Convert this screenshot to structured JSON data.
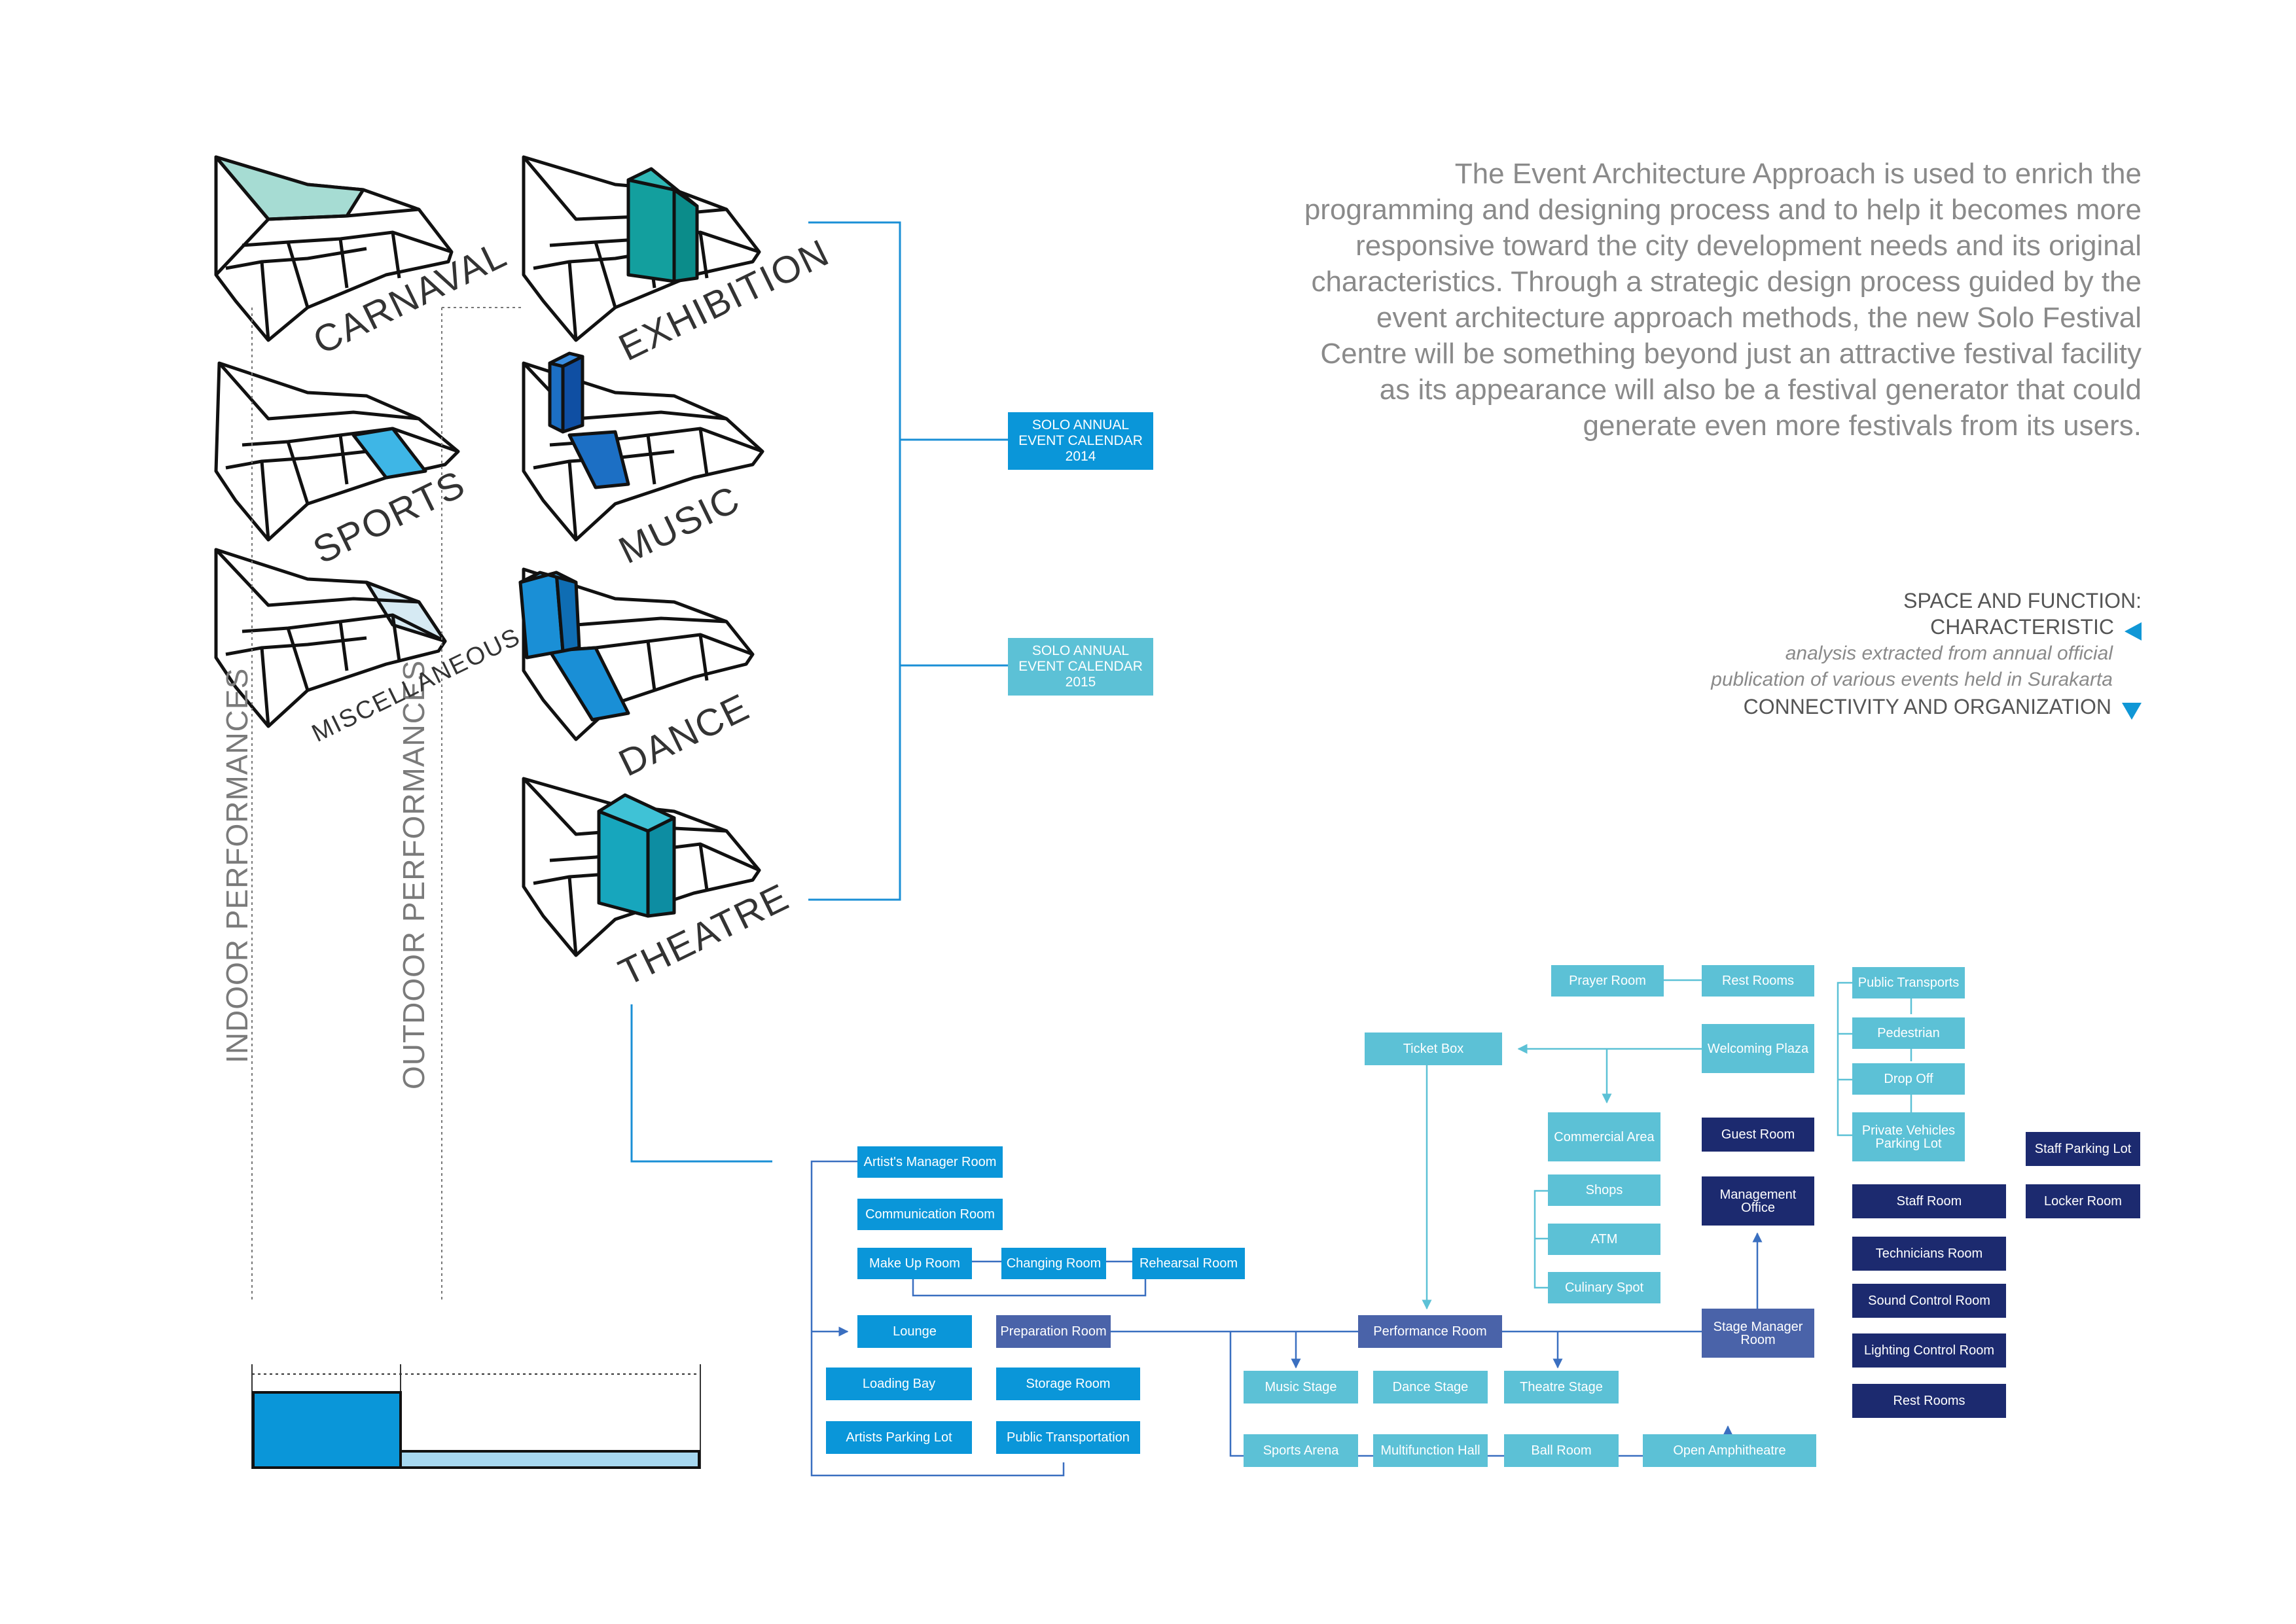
{
  "intro_text": "The Event Architecture Approach is used to enrich the programming and designing process and to help it becomes more responsive toward the city development needs and its original characteristics. Through a strategic design process guided by the event architecture approach methods, the new Solo Festival Centre will be something beyond just an attractive festival facility as its appearance will also be a festival generator that could generate even more festivals from its users.",
  "legend": {
    "heading_line1": "SPACE AND FUNCTION:",
    "heading_line2": "CHARACTERISTIC",
    "sub_line1": "analysis extracted from annual official",
    "sub_line2": "publication of various events held in Surakarta",
    "connectivity": "CONNECTIVITY AND ORGANIZATION",
    "accent": "#1097d6"
  },
  "side_labels": {
    "indoor": "INDOOR PERFORMANCES",
    "outdoor": "OUTDOOR PERFORMANCES"
  },
  "event_types": {
    "carnaval": "CARNAVAL",
    "sports": "SPORTS",
    "miscellaneous": "MISCELLANEOUS",
    "exhibition": "EXHIBITION",
    "music": "MUSIC",
    "dance": "DANCE",
    "theatre": "THEATRE"
  },
  "calendars": {
    "cal2014": "SOLO ANNUAL EVENT CALENDAR 2014",
    "cal2015": "SOLO ANNUAL EVENT CALENDAR 2015"
  },
  "rooms": {
    "artists_manager": "Artist's Manager Room",
    "communication": "Communication Room",
    "make_up": "Make Up Room",
    "changing": "Changing Room",
    "rehearsal": "Rehearsal Room",
    "lounge": "Lounge",
    "preparation": "Preparation Room",
    "loading_bay": "Loading Bay",
    "storage": "Storage Room",
    "artists_parking": "Artists Parking Lot",
    "public_transportation": "Public Transportation",
    "performance_room": "Performance Room",
    "music_stage": "Music Stage",
    "dance_stage": "Dance Stage",
    "theatre_stage": "Theatre Stage",
    "sports_arena": "Sports Arena",
    "multifunction_hall": "Multifunction Hall",
    "ball_room": "Ball Room",
    "open_amphitheatre": "Open Amphitheatre",
    "ticket_box": "Ticket Box",
    "prayer_room": "Prayer Room",
    "rest_rooms_top": "Rest Rooms",
    "welcoming_plaza": "Welcoming Plaza",
    "commercial_area": "Commercial Area",
    "shops": "Shops",
    "atm": "ATM",
    "culinary_spot": "Culinary Spot",
    "guest_room": "Guest Room",
    "management_office": "Management Office",
    "stage_manager": "Stage Manager Room",
    "public_transports": "Public Transports",
    "pedestrian": "Pedestrian",
    "drop_off": "Drop Off",
    "private_vehicles": "Private Vehicles Parking Lot",
    "staff_room": "Staff Room",
    "technicians_room": "Technicians Room",
    "sound_control": "Sound Control Room",
    "lighting_control": "Lighting Control Room",
    "rest_rooms_staff": "Rest Rooms",
    "staff_parking": "Staff Parking Lot",
    "locker_room": "Locker Room"
  }
}
